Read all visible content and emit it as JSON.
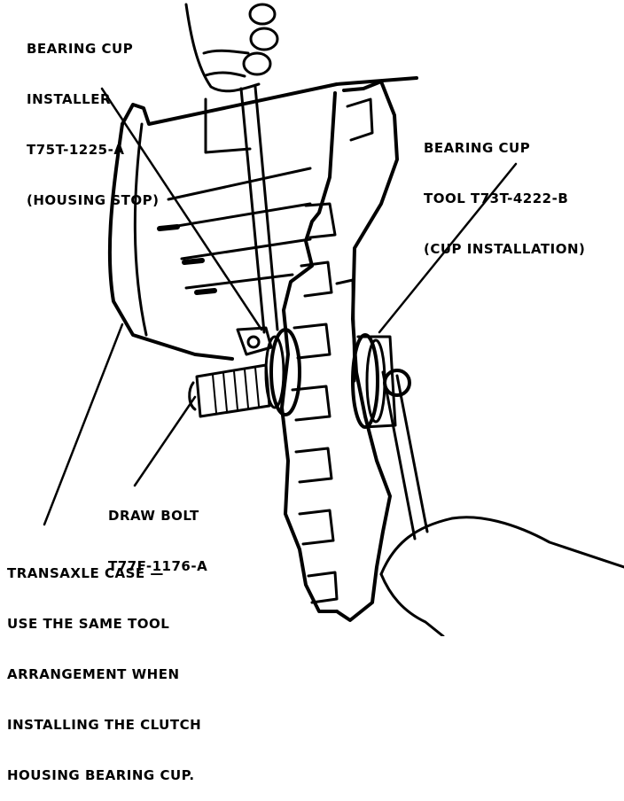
{
  "callouts": {
    "installer": {
      "lines": [
        "BEARING CUP",
        "INSTALLER",
        "T75T-1225-A",
        "(HOUSING STOP)"
      ]
    },
    "tool": {
      "lines": [
        "BEARING CUP",
        "TOOL T73T-4222-B",
        "(CUP INSTALLATION)"
      ]
    },
    "draw_bolt": {
      "lines": [
        "DRAW BOLT",
        "T77F-1176-A"
      ]
    },
    "case": {
      "lines": [
        "TRANSAXLE CASE —",
        "USE THE SAME TOOL",
        "ARRANGEMENT WHEN",
        "INSTALLING THE CLUTCH",
        "HOUSING BEARING CUP."
      ]
    }
  }
}
